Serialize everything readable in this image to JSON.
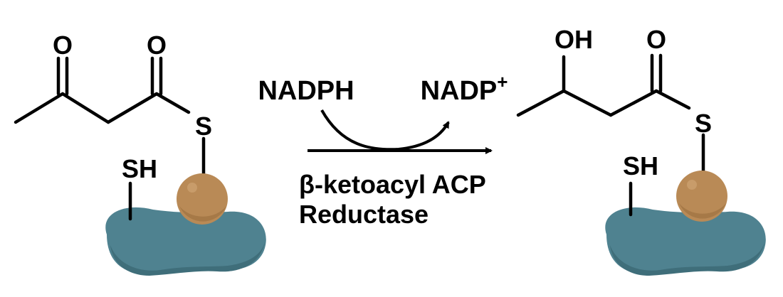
{
  "reactant": {
    "atoms": {
      "ketone_o": "O",
      "thioester_o": "O",
      "sulfur": "S",
      "thiol": "SH"
    }
  },
  "product": {
    "atoms": {
      "hydroxyl": "OH",
      "thioester_o": "O",
      "sulfur": "S",
      "thiol": "SH"
    }
  },
  "reaction": {
    "cofactor_in": "NADPH",
    "cofactor_out": "NADP",
    "cofactor_out_charge": "+",
    "enzyme_line1": "β-ketoacyl ACP",
    "enzyme_line2": "Reductase"
  },
  "colors": {
    "protein_fill": "#4f8290",
    "protein_shadow": "#3f6e7a",
    "prosthetic_group": "#b98a56",
    "prosthetic_shadow": "#9a6e3e",
    "ink": "#000000"
  }
}
